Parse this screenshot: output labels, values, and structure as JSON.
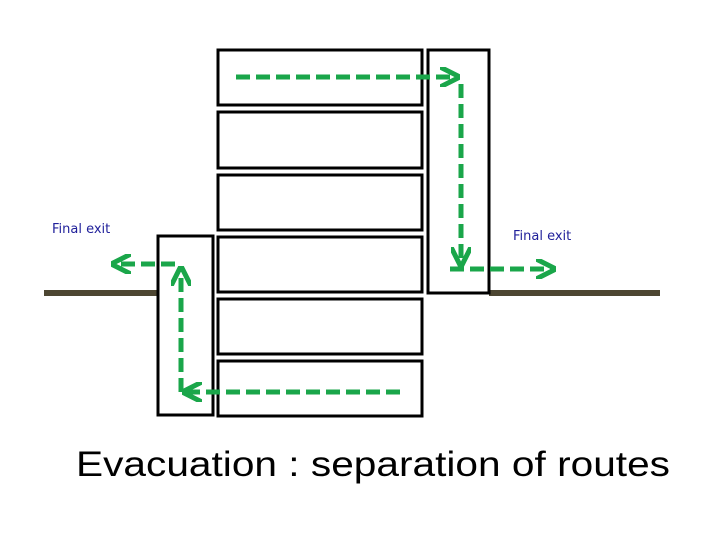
{
  "labels": {
    "exit_left": "Final exit",
    "exit_right": "Final exit"
  },
  "caption": "Evacuation :  separation of routes",
  "colors": {
    "route": "#1aa64a",
    "ground": "#4d4632",
    "outline": "#000000",
    "exit_label": "#1f1f9a"
  }
}
